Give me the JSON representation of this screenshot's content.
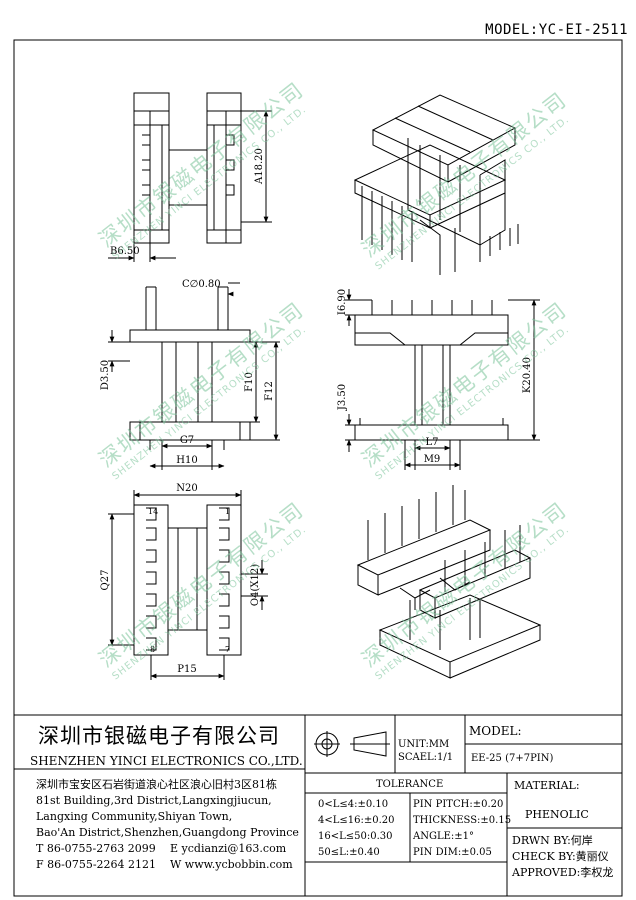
{
  "model": "MODEL:YC-EI-2511",
  "dims": {
    "b650": "B6.50",
    "a1820": "A18.20",
    "c080": "C∅0.80",
    "i690": "I6.90",
    "d350": "D3.50",
    "f10": "F10",
    "f12": "F12",
    "j350": "J3.50",
    "k2040": "K20.40",
    "g7": "G7",
    "h10": "H10",
    "l7": "L7",
    "m9": "M9",
    "n20": "N20",
    "q27": "Q27",
    "o4x12": "O4(X12)",
    "p15": "P15",
    "pin14": "14",
    "pin1": "1",
    "pin8": "8",
    "pin7": "7"
  },
  "watermark": {
    "cn": "深圳市银磁电子有限公司",
    "en": "SHENZHEN YINCI ELECTRONICS CO., LTD."
  },
  "title_block": {
    "company_cn": "深圳市银磁电子有限公司",
    "company_en": "SHENZHEN YINCI ELECTRONICS CO.,LTD.",
    "address": [
      "深圳市宝安区石岩街道浪心社区浪心旧村3区81栋",
      "81st Building,3rd District,Langxingjiucun,",
      "Langxing Community,Shiyan Town,",
      "Bao'An District,Shenzhen,Guangdong Province"
    ],
    "tel": "T 86-0755-2763 2099",
    "email": "E ycdianzi@163.com",
    "fax": "F 86-0755-2264 2121",
    "web": "W www.ycbobbin.com",
    "unit": "UNIT:MM",
    "scale": "SCAEL:1/1",
    "model_label": "MODEL:",
    "model_value": "EE-25 (7+7PIN)",
    "tolerance_title": "TOLERANCE",
    "tol_left": [
      "0<L≤4:±0.10",
      "4<L≤16:±0.20",
      "16<L≤50:0.30",
      "50≤L:±0.40"
    ],
    "tol_right": [
      "PIN PITCH:±0.20",
      "THICKNESS:±0.15",
      "ANGLE:±1°",
      "PIN DIM:±0.05"
    ],
    "material_label": "MATERIAL:",
    "material_value": "PHENOLIC",
    "drawn": "DRWN BY:何岸",
    "check": "CHECK BY:黄丽仪",
    "approved": "APPROVED:李权龙"
  }
}
